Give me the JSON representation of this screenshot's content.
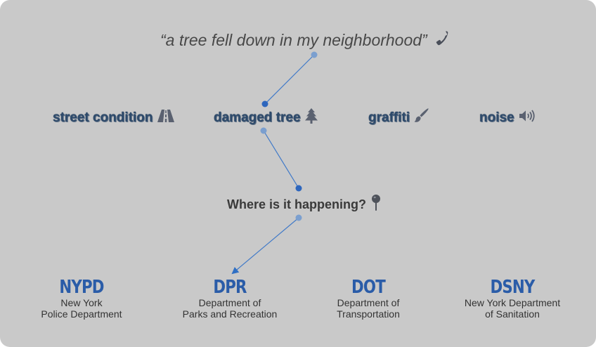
{
  "quote": {
    "text": "“a tree fell down in my neighborhood”",
    "icon": "phone-icon"
  },
  "categories": [
    {
      "label": "street condition",
      "icon": "road-icon"
    },
    {
      "label": "damaged tree",
      "icon": "pine-tree-icon",
      "selected": true
    },
    {
      "label": "graffiti",
      "icon": "paintbrush-icon"
    },
    {
      "label": "noise",
      "icon": "speaker-icon"
    }
  ],
  "question": {
    "text": "Where is it happening?",
    "icon": "map-pin-icon"
  },
  "agencies": [
    {
      "abbr": "NYPD",
      "line1": "New York",
      "line2": "Police Department"
    },
    {
      "abbr": "DPR",
      "line1": "Department of",
      "line2": "Parks and Recreation",
      "selected": true
    },
    {
      "abbr": "DOT",
      "line1": "Department of",
      "line2": "Transportation"
    },
    {
      "abbr": "DSNY",
      "line1": "New York Department",
      "line2": "of Sanitation"
    }
  ],
  "colors": {
    "background": "#c9c9c9",
    "connector": "#2f6fc4",
    "category_text": "#2d4a6b",
    "agency_abbr": "#2a5ca8",
    "icon_gray": "#5a6170"
  }
}
